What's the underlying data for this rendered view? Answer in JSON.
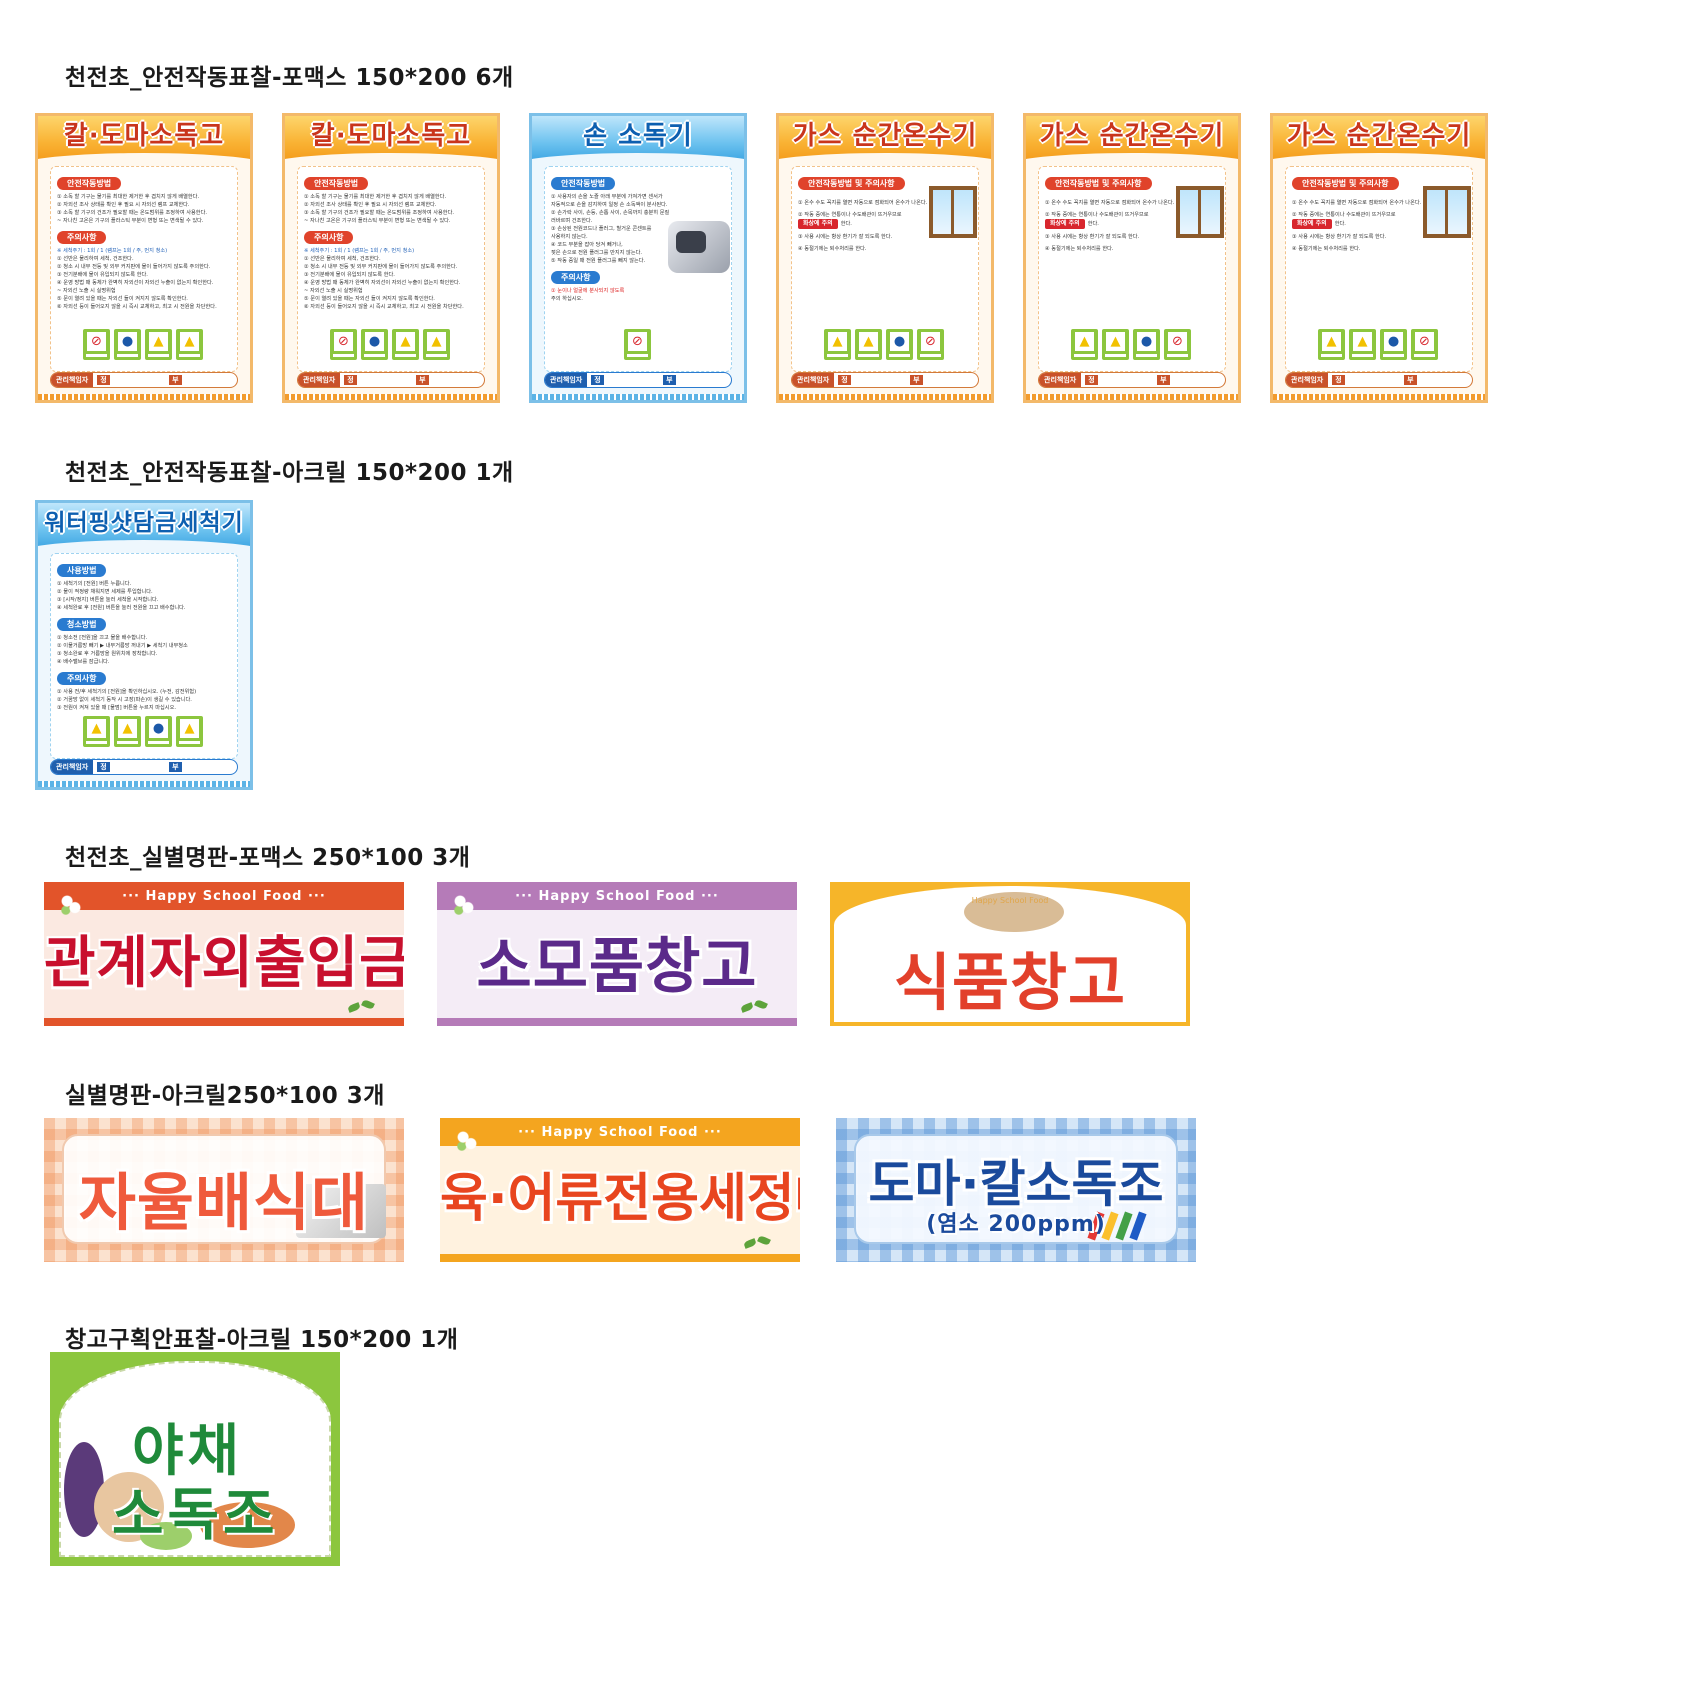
{
  "sections": {
    "s1": "천전초_안전작동표찰-포맥스 150*200 6개",
    "s2": "천전초_안전작동표찰-아크릴 150*200 1개",
    "s3": "천전초_실별명판-포맥스 250*100 3개",
    "s4": "실별명판-아크릴250*100 3개",
    "s5": "창고구획안표찰-아크릴 150*200 1개"
  },
  "cards": {
    "knife1": {
      "title": "칼·도마소독고",
      "h1": "안전작동방법",
      "lines1": [
        "① 소독 할 기구는 물기를 최대한 제거한 후 겹치지 않게 배열한다.",
        "② 자외선 조사 상태를 확인 후 필요 시 자외선 램프 교체한다.",
        "③ 소독 할 기구의 건조가 필요할 때는 온도범위를 조정하여 사용한다.",
        "  ~ 자나친 고온은 기구의 플라스틱 부분이 변형 또는 변색될 수 있다."
      ],
      "h2": "주의사항",
      "lines2": [
        "※ 세척주기 : 1회 / 1 (램프는 1회 / 주, 먼지 청소)",
        "① 선반은 물리하여 세척, 건조한다.",
        "② 청소 시 내부 전등 및 외부 커지판에 물이 들어가지 않도록 주의한다.",
        "③ 전기분배에 물이 유입되지 않도록 한다.",
        "④ 운영 방법 때 동체가 완벽히 자외선이 자외선 누출이 없는지 확인한다.",
        "  ~ 자외선 노출 시 실명위험",
        "⑤ 문이 열려 있을 때는 자외선 들이 켜지지 않도록 확인한다.",
        "⑥ 자외선 등이 들어오지 않을 시 즉시 교체하고, 최고 시 전원을 차단한다."
      ],
      "manager": "관리책임자",
      "main": "정",
      "sub": "부"
    },
    "knife2": {
      "title": "칼·도마소독고",
      "h1": "안전작동방법",
      "lines1": [
        "① 소독 할 기구는 물기를 최대한 제거한 후 겹치지 않게 배열한다.",
        "② 자외선 조사 상태를 확인 후 필요 시 자외선 램프 교체한다.",
        "③ 소독 할 기구의 건조가 필요할 때는 온도범위를 조정하여 사용한다.",
        "  ~ 자나친 고온은 기구의 플라스틱 부분이 변형 또는 변색될 수 있다."
      ],
      "h2": "주의사항",
      "lines2": [
        "※ 세척주기 : 1회 / 1 (램프는 1회 / 주, 먼지 청소)",
        "① 선반은 물리하여 세척, 건조한다.",
        "② 청소 시 내부 전등 및 외부 커지판에 물이 들어가지 않도록 주의한다.",
        "③ 전기분배에 물이 유입되지 않도록 한다.",
        "④ 운영 방법 때 동체가 완벽히 자외선이 자외선 누출이 없는지 확인한다.",
        "  ~ 자외선 노출 시 실명위험",
        "⑤ 문이 열려 있을 때는 자외선 들이 켜지지 않도록 확인한다.",
        "⑥ 자외선 등이 들어오지 않을 시 즉시 교체하고, 최고 시 전원을 차단한다."
      ],
      "manager": "관리책임자",
      "main": "정",
      "sub": "부"
    },
    "hand": {
      "title": "손 소독기",
      "h1": "안전작동방법",
      "lines1": [
        "① 사용자의 손을 노즐 아래 부분에 가져가면 센서가",
        "   자동적으로 손을 감지하여 일정 손 소독액이 분사된다.",
        "② 손가락 사이, 손등, 손톱 사이, 손목까지 충분히 문질",
        "   러바르며 건조한다.",
        "③ 손상된 전원코드나 플러그, 헐거운 콘센트를",
        "   사용하지 않는다.",
        "④ 코드 부분을 잡아 당겨 빼거나,",
        "   젖은 손으로 전원 플러그를 만지지 않는다.",
        "⑤ 작동 중일 때 전원 플러그를 빼지 않는다."
      ],
      "h2": "주의사항",
      "lines2": [
        "① 눈이나 얼굴에 분사되지 않도록",
        "   주의 하십시오."
      ],
      "manager": "관리책임자",
      "main": "정",
      "sub": "부"
    },
    "gas1": {
      "title": "가스 순간온수기",
      "h1": "안전작동방법 및 주의사항",
      "lines": [
        "① 온수 수도 꼭지를 열면 자동으로 점화되어 온수가 나온다.",
        "② 작동 중에는 연통이나 수도배관이 뜨거우므로",
        "③ 사용 시에는 항상 환기가 잘 되도록 한다.",
        "④ 동절기에는 퇴수처리를 한다."
      ],
      "warn": "화상에 주의",
      "warn_tail": "한다.",
      "manager": "관리책임자",
      "main": "정",
      "sub": "부"
    },
    "gas2": {
      "title": "가스 순간온수기",
      "h1": "안전작동방법 및 주의사항",
      "lines": [
        "① 온수 수도 꼭지를 열면 자동으로 점화되어 온수가 나온다.",
        "② 작동 중에는 연통이나 수도배관이 뜨거우므로",
        "③ 사용 시에는 항상 환기가 잘 되도록 한다.",
        "④ 동절기에는 퇴수처리를 한다."
      ],
      "warn": "화상에 주의",
      "warn_tail": "한다.",
      "manager": "관리책임자",
      "main": "정",
      "sub": "부"
    },
    "gas3": {
      "title": "가스 순간온수기",
      "h1": "안전작동방법 및 주의사항",
      "lines": [
        "① 온수 수도 꼭지를 열면 자동으로 점화되어 온수가 나온다.",
        "② 작동 중에는 연통이나 수도배관이 뜨거우므로",
        "③ 사용 시에는 항상 환기가 잘 되도록 한다.",
        "④ 동절기에는 퇴수처리를 한다."
      ],
      "warn": "화상에 주의",
      "warn_tail": "한다.",
      "manager": "관리책임자",
      "main": "정",
      "sub": "부"
    },
    "water": {
      "title": "워터핑샷담금세척기",
      "h1": "사용방법",
      "lines1": [
        "① 세척기의 [전원] 버튼 누릅니다.",
        "② 물이 적정량 채워지면 세제를 투입합니다.",
        "③ [시작/정지] 버튼을 눌러 세척을 시작합니다.",
        "④ 세척완료 후 [전원] 버튼을 눌러 전원을 끄고 배수합니다."
      ],
      "h2": "청소방법",
      "lines2": [
        "① 청소전 [전원]을 끄고 물을 배수합니다.",
        "② 이물거름망 빼기 ▶ 내부거름망 꺼내기 ▶ 세척기 내부청소",
        "③ 청소완료 후 거름망을 원위치에 장착합니다.",
        "④ 배수밸브를 잠급니다."
      ],
      "h3": "주의사항",
      "lines3": [
        "① 사용 전/후 세척기의 [전원]을 확인하십시오. (누전, 감전위험)",
        "② 거꿈망 없이 세척기 동작 시 고장(파손)이 생길 수 있습니다.",
        "③ 전원이 켜져 있을 때 [물멈] 버튼을 누르지 마십시오."
      ],
      "manager": "관리책임자",
      "main": "정",
      "sub": "부"
    }
  },
  "icon_names": [
    "hand-injury-icon",
    "protective-gear-icon",
    "warning-icon",
    "electric-hazard-icon"
  ],
  "plates": {
    "p1": {
      "band": "··· Happy School Food ···",
      "text": "관계자외출입금지",
      "color": "#c8102e",
      "band_color": "#e2542a"
    },
    "p2": {
      "band": "··· Happy School Food ···",
      "text": "소모품창고",
      "color": "#5b2a8a",
      "band_color": "#b57bb8"
    },
    "p3": {
      "band": "Happy School Food",
      "text": "식품창고",
      "color": "#e2402b",
      "border_color": "#f6b529"
    },
    "p4": {
      "text": "자율배식대",
      "color": "#ef5a3c"
    },
    "p5": {
      "band": "··· Happy School Food ···",
      "text": "육·어류전용세정대",
      "color": "#e8451f",
      "band_color": "#f4a51f"
    },
    "p6": {
      "text": "도마·칼소독조",
      "sub": "(염소 200ppm)",
      "color": "#1a4a9c"
    }
  },
  "veg": {
    "line1": "야채",
    "line2": "소독조"
  }
}
